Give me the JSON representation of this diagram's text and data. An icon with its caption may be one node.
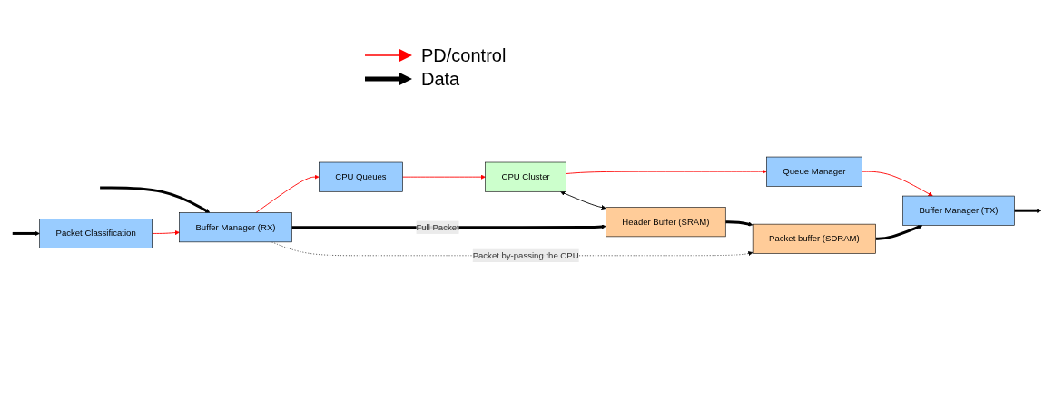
{
  "diagram": {
    "nodes": [
      {
        "text": [
          "Packet Classification"
        ]
      },
      {
        "text": [
          "Buffer Manager (RX)"
        ]
      },
      {
        "text": [
          "CPU Queues"
        ]
      },
      {
        "text": [
          "CPU Cluster"
        ]
      },
      {
        "text": [
          "Queue Manager"
        ]
      },
      {
        "text": [
          "Buffer Manager (TX)"
        ]
      },
      {
        "text": [
          "Header Buffer (SRAM)"
        ]
      },
      {
        "text": [
          "Packet buffer (SDRAM)"
        ]
      }
    ],
    "edges": [
      {
        "from": null,
        "to": 0,
        "arrow": "to",
        "style": "thick"
      },
      {
        "from": null,
        "to": 1,
        "arrow": "to",
        "style": "thick"
      },
      {
        "from": 0,
        "to": 1,
        "arrow": "to",
        "color": "#ff0000"
      },
      {
        "from": 1,
        "to": 2,
        "arrow": "to",
        "color": "#ff0000"
      },
      {
        "from": 2,
        "to": 3,
        "arrow": "to",
        "color": "#ff0000"
      },
      {
        "from": 3,
        "to": 4,
        "arrow": "to",
        "color": "#ff0000"
      },
      {
        "from": 4,
        "to": 5,
        "arrow": "to",
        "color": "#ff0000"
      },
      {
        "from": 5,
        "to": null,
        "arrow": "to",
        "style": "thick"
      },
      {
        "from": 3,
        "to": 6,
        "arrow": "both"
      },
      {
        "from": 1,
        "to": 6,
        "arrow": "to",
        "style": "thick",
        "label": "Full Packet"
      },
      {
        "from": 6,
        "to": 7,
        "arrow": "to",
        "style": "thick"
      },
      {
        "from": 7,
        "to": 5,
        "arrow": "to",
        "style": "thick"
      },
      {
        "from": 1,
        "to": 7,
        "arrow": "to",
        "style": "dashed",
        "label": "Packet by-passing the CPU"
      }
    ],
    "legend": [
      {
        "text": "PD/control"
      },
      {
        "text": "Data"
      }
    ]
  }
}
